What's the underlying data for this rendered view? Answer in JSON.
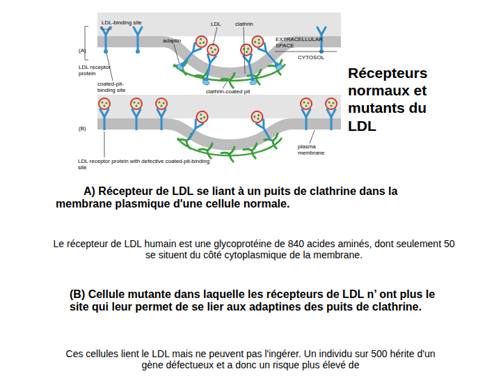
{
  "diagram": {
    "title": "Récepteurs normaux et mutants du LDL",
    "labels": [
      "LDL-binding site",
      "LDL",
      "clathrin",
      "adaptin",
      "EXTRACELLULAR SPACE",
      "(A)",
      "CYTOSOL",
      "LDL receptor protein",
      "coated-pit-binding site",
      "clathrin-coated pit",
      "(B)",
      "plasma membrane",
      "LDL receptor protein with defective coated-pit-binding site",
      "A) Récepteur de LDL se liant à un puits de clathrine dans la membrane plasmique d'une cellule normale.",
      "Le récepteur de LDL humain est une glycoprotéine de 840 acides aminés, dont seulement 50 se situent du côté cytoplasmique de la membrane.",
      "(B) Cellule mutante dans laquelle les récepteurs de LDL n’ ont plus le site qui leur permet de se lier aux adaptines des puits de clathrine.",
      "Ces cellules lient le LDL mais ne peuvent pas l'ingérer. Un individu sur 500 hérite d'un gène défectueux et a donc un risque plus élevé de"
    ]
  }
}
